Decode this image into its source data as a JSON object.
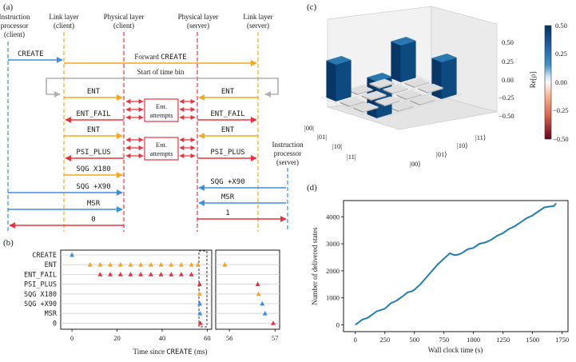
{
  "panel_a": {
    "label": "(a)",
    "headers": {
      "instr_client": [
        "Instruction",
        "processor",
        "(client)"
      ],
      "link_client": [
        "Link layer",
        "(client)"
      ],
      "phys_client": [
        "Physical layer",
        "(client)"
      ],
      "phys_server": [
        "Physical layer",
        "(server)"
      ],
      "link_server": [
        "Link layer",
        "(server)"
      ],
      "instr_server": [
        "Instruction",
        "processor",
        "(server)"
      ]
    },
    "messages": {
      "create": "CREATE",
      "forward_create_prefix": "Forward ",
      "forward_create_mono": "CREATE",
      "start_time_bin": "Start of time bin",
      "ent": "ENT",
      "ent_fail": "ENT_FAIL",
      "psi_plus": "PSI_PLUS",
      "sqg_x180": "SQG X180",
      "sqg_px90": "SQG +X90",
      "msr": "MSR",
      "zero": "0",
      "one": "1"
    },
    "ent_attempts": [
      "Ent.",
      "attempts"
    ],
    "colors": {
      "blue": "#3b8fe0",
      "orange": "#f4a623",
      "red": "#e8333e",
      "gray": "#b0b0b0"
    }
  },
  "panel_b": {
    "label": "(b)",
    "rows": [
      "CREATE",
      "ENT",
      "ENT_FAIL",
      "PSI_PLUS",
      "SQG X180",
      "SQG +X90",
      "MSR",
      "0"
    ],
    "x_ticks_left": [
      "0",
      "20",
      "40",
      "60"
    ],
    "x_ticks_right": [
      "56",
      "57"
    ],
    "xlabel_prefix": "Time since ",
    "xlabel_mono": "CREATE",
    "xlabel_suffix": " (ms)"
  },
  "panel_c": {
    "label": "(c)",
    "basis_rows": [
      "|00⟩",
      "|01⟩",
      "|10⟩",
      "|11⟩"
    ],
    "basis_cols": [
      "|00|",
      "|01|",
      "|10|",
      "|11|"
    ],
    "z_ticks": [
      "0.50",
      "0.25",
      "0.00",
      "−0.25",
      "−0.50"
    ],
    "z_label": "Re[ρ]",
    "colorbar_ticks": [
      "0.50",
      "0.25",
      "0.00",
      "−0.25",
      "−0.50"
    ]
  },
  "panel_d": {
    "label": "(d)",
    "xlabel": "Wall clock time (s)",
    "ylabel": "Number of delivered states",
    "x_ticks": [
      "0",
      "250",
      "500",
      "750",
      "1000",
      "1250",
      "1500",
      "1750"
    ],
    "y_ticks": [
      "0",
      "1000",
      "2000",
      "3000",
      "4000"
    ]
  },
  "chart_data": [
    {
      "type": "scatter",
      "panel": "(b)",
      "categories": [
        "CREATE",
        "ENT",
        "ENT_FAIL",
        "PSI_PLUS",
        "SQG X180",
        "SQG +X90",
        "MSR",
        "0"
      ],
      "series": [
        {
          "name": "CREATE",
          "x": [
            0.0
          ]
        },
        {
          "name": "ENT",
          "x": [
            8.0,
            12.5,
            17.0,
            21.5,
            26.0,
            30.5,
            35.0,
            39.5,
            44.0,
            48.5,
            53.0,
            55.9
          ]
        },
        {
          "name": "ENT_FAIL",
          "x": [
            12.5,
            17.0,
            21.5,
            26.0,
            30.5,
            35.0,
            39.5,
            44.0,
            48.5,
            53.0
          ]
        },
        {
          "name": "PSI_PLUS",
          "x": [
            56.62
          ]
        },
        {
          "name": "SQG X180",
          "x": [
            56.64
          ]
        },
        {
          "name": "SQG +X90",
          "x": [
            56.72
          ]
        },
        {
          "name": "MSR",
          "x": [
            56.78
          ]
        },
        {
          "name": "0",
          "x": [
            56.96
          ]
        }
      ],
      "xlabel": "Time since CREATE (ms)",
      "xlim_left": [
        -5,
        62
      ],
      "xlim_right": [
        55.7,
        57.1
      ]
    },
    {
      "type": "bar",
      "panel": "(c)",
      "categories": [
        "|00⟩",
        "|01⟩",
        "|10⟩",
        "|11⟩"
      ],
      "series": [
        {
          "name": "⟨00|",
          "values": [
            0.5,
            0.0,
            0.0,
            0.5
          ]
        },
        {
          "name": "⟨01|",
          "values": [
            0.0,
            0.0,
            0.0,
            0.0
          ]
        },
        {
          "name": "⟨10|",
          "values": [
            0.0,
            0.0,
            0.0,
            0.0
          ]
        },
        {
          "name": "⟨11|",
          "values": [
            0.5,
            0.0,
            0.0,
            0.5
          ]
        }
      ],
      "zlabel": "Re[ρ]",
      "zlim": [
        -0.5,
        0.5
      ]
    },
    {
      "type": "line",
      "panel": "(d)",
      "series": [
        {
          "x": [
            0,
            60,
            100,
            150,
            180,
            250,
            300,
            350,
            400,
            440,
            480,
            500,
            550,
            600,
            650,
            700,
            750,
            800,
            840,
            870,
            900,
            950,
            1000,
            1050,
            1100,
            1150,
            1200,
            1250,
            1300,
            1350,
            1400,
            1450,
            1500,
            1550,
            1600,
            1650,
            1680,
            1700
          ],
          "y": [
            0,
            200,
            250,
            400,
            500,
            600,
            800,
            900,
            1050,
            1200,
            1250,
            1300,
            1500,
            1750,
            2000,
            2250,
            2450,
            2650,
            2580,
            2600,
            2650,
            2800,
            2850,
            3000,
            3050,
            3150,
            3300,
            3400,
            3550,
            3650,
            3800,
            3950,
            4050,
            4200,
            4350,
            4380,
            4400,
            4500
          ]
        }
      ],
      "xlabel": "Wall clock time (s)",
      "ylabel": "Number of delivered states",
      "xlim": [
        -100,
        1800
      ],
      "ylim": [
        -250,
        4600
      ]
    }
  ]
}
